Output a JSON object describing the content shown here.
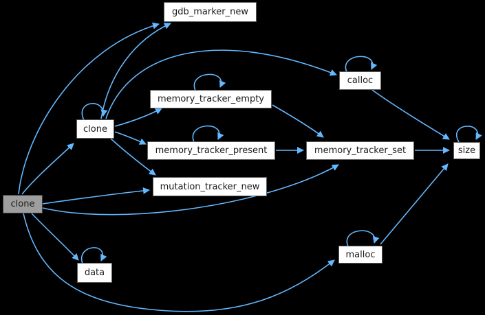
{
  "diagram": {
    "type": "call-graph",
    "background_color": "#000000",
    "edge_color": "#63b8ff",
    "node_fill": "#ffffff",
    "node_border_color": "#606060",
    "root_node_fill": "#9e9e9e",
    "root_node_border_color": "#3f3f3f",
    "text_color": "#1a1a1a",
    "nodes": [
      {
        "id": "clone-root",
        "label": "clone",
        "is_root": true
      },
      {
        "id": "clone",
        "label": "clone"
      },
      {
        "id": "gdb_marker_new",
        "label": "gdb_marker_new"
      },
      {
        "id": "memory_tracker_empty",
        "label": "memory_tracker_empty"
      },
      {
        "id": "memory_tracker_present",
        "label": "memory_tracker_present"
      },
      {
        "id": "mutation_tracker_new",
        "label": "mutation_tracker_new"
      },
      {
        "id": "calloc",
        "label": "calloc"
      },
      {
        "id": "memory_tracker_set",
        "label": "memory_tracker_set"
      },
      {
        "id": "size",
        "label": "size"
      },
      {
        "id": "malloc",
        "label": "malloc"
      },
      {
        "id": "data",
        "label": "data"
      }
    ],
    "edges": [
      {
        "from": "clone-root",
        "to": "clone"
      },
      {
        "from": "clone-root",
        "to": "gdb_marker_new"
      },
      {
        "from": "clone-root",
        "to": "mutation_tracker_new"
      },
      {
        "from": "clone-root",
        "to": "memory_tracker_set"
      },
      {
        "from": "clone-root",
        "to": "data"
      },
      {
        "from": "clone-root",
        "to": "malloc"
      },
      {
        "from": "clone",
        "to": "clone"
      },
      {
        "from": "clone",
        "to": "gdb_marker_new"
      },
      {
        "from": "clone",
        "to": "calloc"
      },
      {
        "from": "clone",
        "to": "memory_tracker_empty"
      },
      {
        "from": "clone",
        "to": "memory_tracker_present"
      },
      {
        "from": "clone",
        "to": "mutation_tracker_new"
      },
      {
        "from": "memory_tracker_empty",
        "to": "memory_tracker_empty"
      },
      {
        "from": "memory_tracker_empty",
        "to": "memory_tracker_set"
      },
      {
        "from": "memory_tracker_present",
        "to": "memory_tracker_present"
      },
      {
        "from": "memory_tracker_present",
        "to": "memory_tracker_set"
      },
      {
        "from": "memory_tracker_set",
        "to": "size"
      },
      {
        "from": "calloc",
        "to": "calloc"
      },
      {
        "from": "calloc",
        "to": "size"
      },
      {
        "from": "size",
        "to": "size"
      },
      {
        "from": "malloc",
        "to": "malloc"
      },
      {
        "from": "malloc",
        "to": "size"
      },
      {
        "from": "data",
        "to": "data"
      }
    ]
  }
}
